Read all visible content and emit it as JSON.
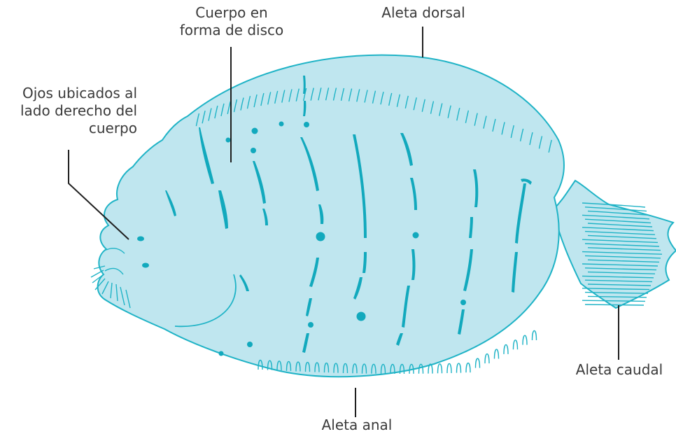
{
  "labels": {
    "body_shape": [
      "Cuerpo en",
      "forma de disco"
    ],
    "dorsal_fin": "Aleta dorsal",
    "eyes": [
      "Ojos ubicados al",
      "lado derecho del",
      "cuerpo"
    ],
    "caudal_fin": "Aleta caudal",
    "anal_fin": "Aleta anal"
  },
  "colors": {
    "body_fill": "#bfe6ef",
    "outline": "#1fb3c6",
    "marking": "#12a9bd",
    "leader_line": "#1f1f1f",
    "label_text": "#3a3a3a"
  }
}
